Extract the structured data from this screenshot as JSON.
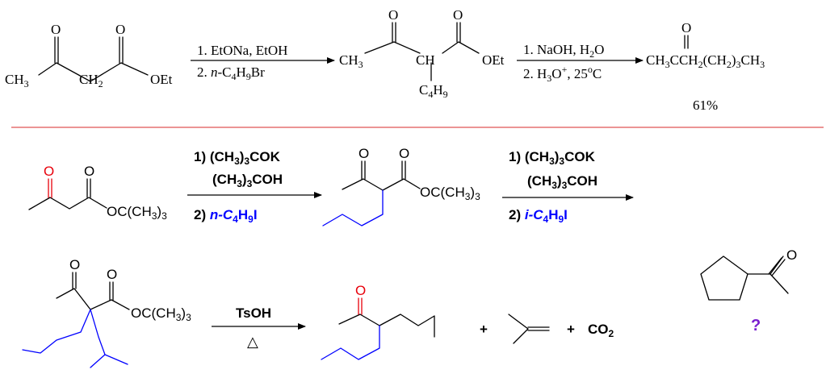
{
  "colors": {
    "highlight_red": "#e8000b",
    "highlight_blue": "#0000ff",
    "divider": "#e05555",
    "question": "#7a1fcf"
  },
  "top": {
    "reactant": {
      "o1": "O",
      "o2": "O",
      "ch3": "CH",
      "ch3_sub": "3",
      "ch2": "CH",
      "ch2_sub": "2",
      "oet": "OEt"
    },
    "step1": {
      "line1": "1. EtONa, EtOH",
      "line2_prefix": "2. ",
      "line2_italic": "n",
      "line2_rest": "-C",
      "line2_sub": "4",
      "line2_h": "H",
      "line2_sub2": "9",
      "line2_br": "Br"
    },
    "intermediate": {
      "o1": "O",
      "o2": "O",
      "ch3": "CH",
      "ch3_sub": "3",
      "ch": "CH",
      "oet": "OEt",
      "c": "C",
      "c_sub": "4",
      "h": "H",
      "h_sub": "9"
    },
    "step2": {
      "line1_prefix": "1. NaOH, H",
      "line1_sub": "2",
      "line1_suffix": "O",
      "line2_prefix": "2. H",
      "line2_sub": "3",
      "line2_o": "O",
      "line2_sup": "+",
      "line2_temp": ", 25",
      "line2_deg": "o",
      "line2_c": "C"
    },
    "product": {
      "o": "O",
      "formula": [
        {
          "t": "CH"
        },
        {
          "t": "3",
          "sub": true
        },
        {
          "t": "C"
        },
        {
          "t": "CH"
        },
        {
          "t": "2",
          "sub": true
        },
        {
          "t": "(CH"
        },
        {
          "t": "2",
          "sub": true
        },
        {
          "t": ")"
        },
        {
          "t": "3",
          "sub": true
        },
        {
          "t": "CH"
        },
        {
          "t": "3",
          "sub": true
        }
      ],
      "yield": "61%"
    }
  },
  "bottom": {
    "reactant": {
      "o_red": "O",
      "o2": "O",
      "ester": "OC(CH",
      "ester_sub": "3",
      "ester_end": ")",
      "ester_sub2": "3"
    },
    "step1": {
      "line1_prefix": "1) (CH",
      "line1_sub": "3",
      "line1_mid": ")",
      "line1_sub2": "3",
      "line1_end": "COK",
      "line2_prefix": "(CH",
      "line2_sub": "3",
      "line2_mid": ")",
      "line2_sub2": "3",
      "line2_end": "COH",
      "line3_prefix": "2) ",
      "line3_reagent": "n-C",
      "line3_sub": "4",
      "line3_h": "H",
      "line3_sub2": "9",
      "line3_i": "I"
    },
    "intermediate": {
      "o1": "O",
      "o2": "O",
      "ester": "OC(CH",
      "ester_sub": "3",
      "ester_end": ")",
      "ester_sub2": "3"
    },
    "step2": {
      "line1_prefix": "1) (CH",
      "line1_sub": "3",
      "line1_mid": ")",
      "line1_sub2": "3",
      "line1_end": "COK",
      "line2_prefix": "(CH",
      "line2_sub": "3",
      "line2_mid": ")",
      "line2_sub2": "3",
      "line2_end": "COH",
      "line3_prefix": "2) ",
      "line3_reagent": "i-C",
      "line3_sub": "4",
      "line3_h": "H",
      "line3_sub2": "9",
      "line3_i": "I"
    },
    "dialkyl": {
      "o1": "O",
      "o2": "O",
      "ester": "OC(CH",
      "ester_sub": "3",
      "ester_end": ")",
      "ester_sub2": "3"
    },
    "step3": {
      "reagent": "TsOH",
      "heat": "△"
    },
    "products": {
      "o_red": "O",
      "plus1": "+",
      "plus2": "+",
      "co": "CO",
      "co_sub": "2"
    },
    "target": {
      "o": "O",
      "question": "?"
    }
  }
}
